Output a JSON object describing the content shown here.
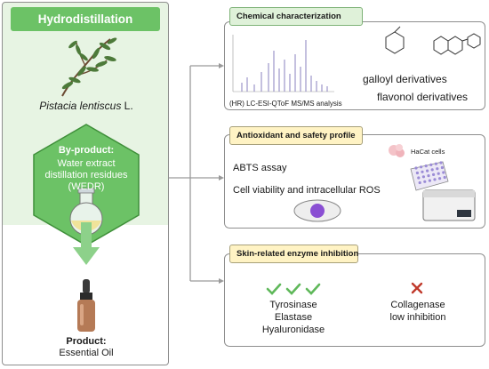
{
  "left": {
    "header": "Hydrodistillation",
    "species_italic": "Pistacia lentiscus",
    "species_suffix": " L.",
    "byproduct_title": "By-product:",
    "byproduct_text": "Water extract distillation residues (WEDR)",
    "product_title": "Product:",
    "product_text": "Essential Oil"
  },
  "box1": {
    "tag": "Chemical characterization",
    "analysis_label": "(HR) LC-ESI-QToF MS/MS analysis",
    "galloyl": "galloyl derivatives",
    "flavonol": "flavonol derivatives"
  },
  "box2": {
    "tag": "Antioxidant and safety profile",
    "hacat": "HaCat cells",
    "abts": "ABTS assay",
    "viability": "Cell viability and intracellular ROS"
  },
  "box3": {
    "tag": "Skin-related enzyme inhibition",
    "enzymes": [
      "Tyrosinase",
      "Elastase",
      "Hyaluronidase"
    ],
    "collagenase": [
      "Collagenase",
      "low inhibition"
    ]
  },
  "colors": {
    "green_header": "#6cc266",
    "green_light": "#e7f4e3",
    "tag_yellow": "#fff3c4",
    "check": "#5fb85a",
    "cross": "#c0392b"
  }
}
